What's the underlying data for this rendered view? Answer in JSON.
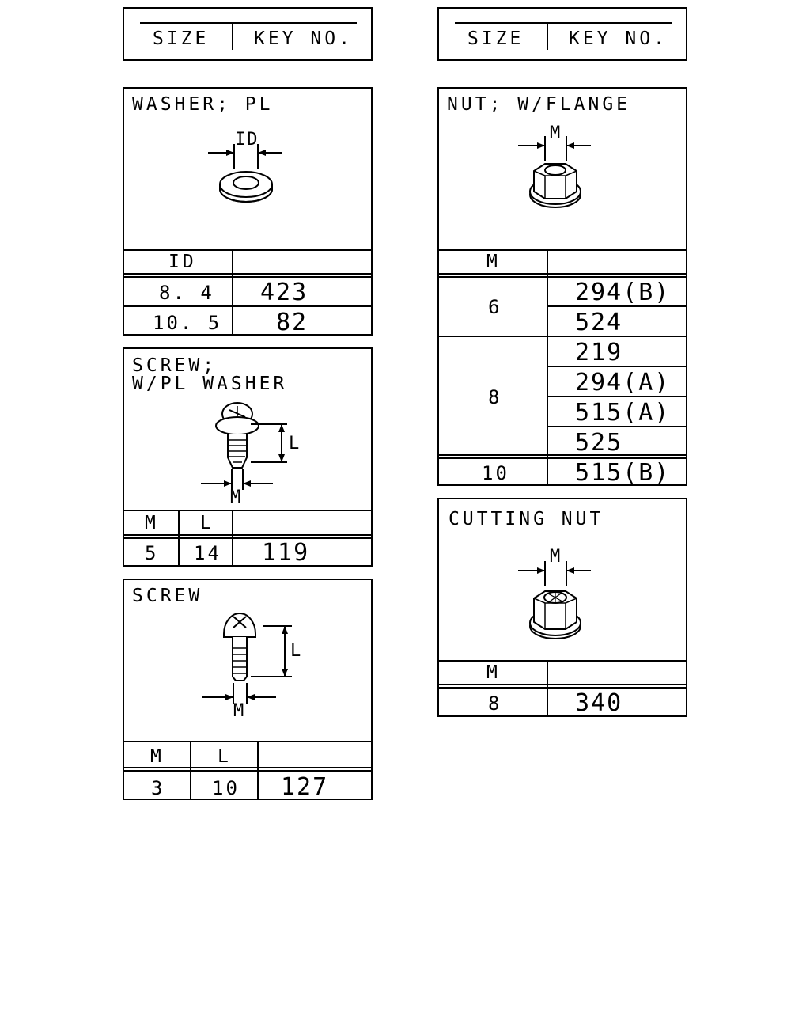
{
  "legend_header": {
    "size_label": "SIZE",
    "key_label": "KEY NO."
  },
  "washer": {
    "title": "WASHER; PL",
    "dim_label": "ID",
    "col_header": "ID",
    "rows": [
      {
        "size": "8. 4",
        "key": "423"
      },
      {
        "size": "10. 5",
        "key": "82"
      }
    ]
  },
  "screw_washer": {
    "title_line1": "SCREW;",
    "title_line2": "W/PL WASHER",
    "dim_l": "L",
    "dim_m": "M",
    "col_m": "M",
    "col_l": "L",
    "rows": [
      {
        "m": "5",
        "l": "14",
        "key": "119"
      }
    ]
  },
  "screw": {
    "title": "SCREW",
    "dim_l": "L",
    "dim_m": "M",
    "col_m": "M",
    "col_l": "L",
    "rows": [
      {
        "m": "3",
        "l": "10",
        "key": "127"
      }
    ]
  },
  "nut_flange": {
    "title": "NUT; W/FLANGE",
    "dim_m": "M",
    "col_header": "M",
    "groups": [
      {
        "size": "6",
        "keys": [
          "294(B)",
          "524"
        ]
      },
      {
        "size": "8",
        "keys": [
          "219",
          "294(A)",
          "515(A)",
          "525"
        ]
      },
      {
        "size": "10",
        "keys": [
          "515(B)"
        ]
      }
    ]
  },
  "cutting_nut": {
    "title": "CUTTING NUT",
    "dim_m": "M",
    "col_header": "M",
    "rows": [
      {
        "size": "8",
        "key": "340"
      }
    ]
  }
}
